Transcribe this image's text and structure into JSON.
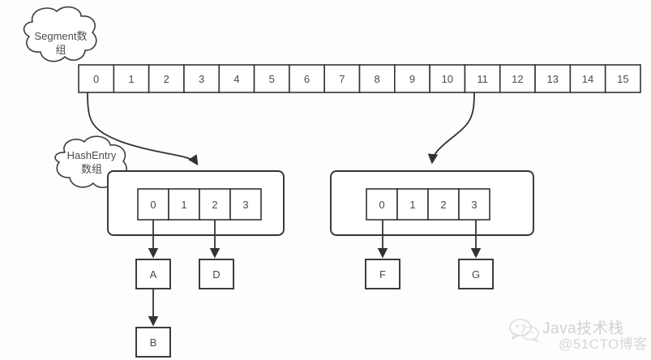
{
  "diagram": {
    "title_alt": "ConcurrentHashMap Segment / HashEntry structure",
    "background_color": "#fdfdfd",
    "stroke_color": "#333333",
    "text_color": "#4a4a4a"
  },
  "clouds": [
    {
      "id": "segment-cloud",
      "line1": "Segment数",
      "line2": "组"
    },
    {
      "id": "hashentry-cloud",
      "line1": "HashEntry",
      "line2": "数组"
    }
  ],
  "segment_array": {
    "name": "segment-array",
    "cells": [
      "0",
      "1",
      "2",
      "3",
      "4",
      "5",
      "6",
      "7",
      "8",
      "9",
      "10",
      "11",
      "12",
      "13",
      "14",
      "15"
    ]
  },
  "segments": [
    {
      "id": "segment-left",
      "source_index": "0",
      "entry_cells": [
        "0",
        "1",
        "2",
        "3"
      ],
      "nodes": [
        {
          "id": "node-a",
          "label": "A"
        },
        {
          "id": "node-d",
          "label": "D"
        },
        {
          "id": "node-b",
          "label": "B"
        }
      ]
    },
    {
      "id": "segment-right",
      "source_index": "11",
      "entry_cells": [
        "0",
        "1",
        "2",
        "3"
      ],
      "nodes": [
        {
          "id": "node-f",
          "label": "F"
        },
        {
          "id": "node-g",
          "label": "G"
        }
      ]
    }
  ],
  "watermark": {
    "line1": "Java技术栈",
    "line2": "@51CTO博客",
    "icon": "wechat-icon"
  }
}
